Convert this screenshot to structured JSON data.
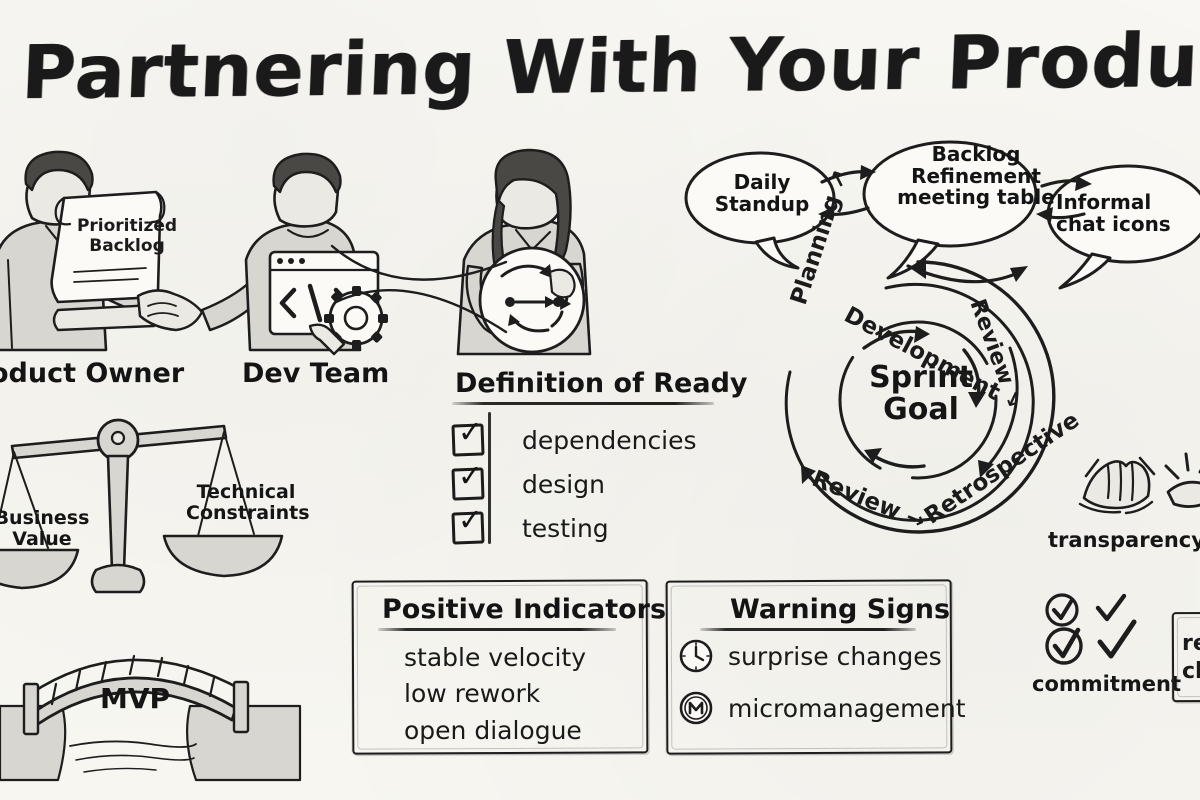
{
  "page": {
    "title": "Partnering With Your Product Owner",
    "background_color": "#f7f6f1",
    "ink_color": "#1d1d1d",
    "style": "hand-drawn whiteboard sketch"
  },
  "figures": {
    "product_owner": {
      "label": "oduct Owner",
      "full_label": "Product Owner",
      "scroll_line1": "Prioritized",
      "scroll_line2": "Backlog",
      "icon": "person-handshake-icon"
    },
    "dev_team": {
      "label": "Dev Team",
      "code_glyph": "</>",
      "icon": "code-window-gear-icon"
    },
    "third_person": {
      "icon": "person-cycle-icon"
    }
  },
  "definition_of_ready": {
    "header": "Definition of Ready",
    "items": [
      {
        "label": "dependencies",
        "checked": true
      },
      {
        "label": "design",
        "checked": true
      },
      {
        "label": "testing",
        "checked": true
      }
    ],
    "check_glyph": "✓"
  },
  "balance_scale": {
    "left_line1": "Business",
    "left_line2": "Value",
    "right_line1": "Technical",
    "right_line2": "Constraints",
    "icon": "balance-scale-icon"
  },
  "bridge": {
    "label": "MVP",
    "icon": "bridge-icon"
  },
  "communication_bubbles": [
    {
      "id": "daily-standup",
      "lines": [
        "Daily",
        "Standup"
      ]
    },
    {
      "id": "backlog-refinement",
      "lines": [
        "Backlog",
        "Refinement",
        "meeting table"
      ]
    },
    {
      "id": "informal-chat",
      "lines": [
        "Informal",
        "chat icons"
      ]
    }
  ],
  "sprint_cycle": {
    "center_line1": "Sprint",
    "center_line2": "Goal",
    "stages": [
      "Planning",
      "Development",
      "Review",
      "Retrospective",
      "Review"
    ],
    "ring_outer": [
      "Planning",
      "Development",
      "Review"
    ],
    "ring_bottom": [
      "Review",
      "Retrospective"
    ]
  },
  "positive_indicators": {
    "header": "Positive Indicators",
    "items": [
      "stable velocity",
      "low rework",
      "open dialogue"
    ]
  },
  "warning_signs": {
    "header": "Warning Signs",
    "items": [
      {
        "label": "surprise changes",
        "icon": "clock-icon"
      },
      {
        "label": "micromanagement",
        "icon": "m-circle-icon"
      }
    ]
  },
  "values": [
    {
      "id": "transparency",
      "label": "transparency",
      "icon": "clasped-hands-icon"
    },
    {
      "id": "commitment",
      "label": "commitment",
      "icon": "checkmarks-icon"
    }
  ],
  "clipped_box": {
    "line1": "re",
    "line2": "ch"
  }
}
